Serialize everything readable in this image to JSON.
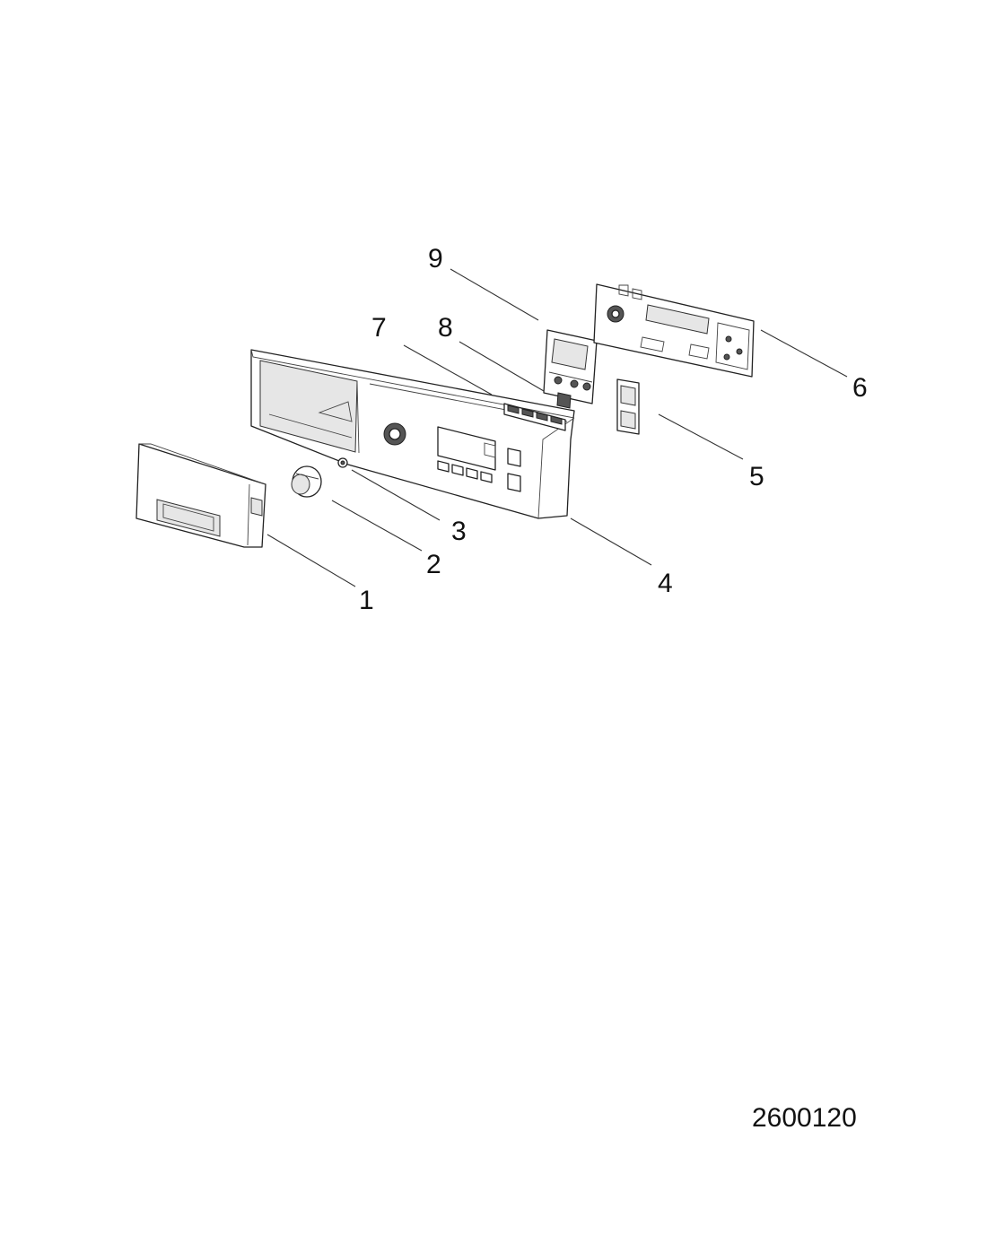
{
  "drawing_number": "2600120",
  "callouts": [
    {
      "id": "1",
      "label": "1"
    },
    {
      "id": "2",
      "label": "2"
    },
    {
      "id": "3",
      "label": "3"
    },
    {
      "id": "4",
      "label": "4"
    },
    {
      "id": "5",
      "label": "5"
    },
    {
      "id": "6",
      "label": "6"
    },
    {
      "id": "7",
      "label": "7"
    },
    {
      "id": "8",
      "label": "8"
    },
    {
      "id": "9",
      "label": "9"
    }
  ]
}
